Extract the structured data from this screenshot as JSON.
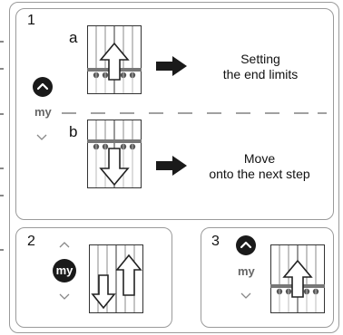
{
  "step1": {
    "number": "1",
    "part_a": {
      "letter": "a",
      "caption_line1": "Setting",
      "caption_line2": "the end limits"
    },
    "part_b": {
      "letter": "b",
      "caption_line1": "Move",
      "caption_line2": "onto the next step"
    },
    "remote": {
      "my_label": "my"
    }
  },
  "step2": {
    "number": "2",
    "my_label": "my"
  },
  "step3": {
    "number": "3",
    "my_label": "my"
  },
  "colors": {
    "border": "#9a9a9a",
    "dark": "#1a1a1a",
    "grey": "#888888"
  },
  "icons": [
    "up-arrow-icon",
    "down-arrow-icon",
    "right-arrow-icon",
    "chevron-up-icon",
    "chevron-down-icon",
    "shutter-icon"
  ]
}
